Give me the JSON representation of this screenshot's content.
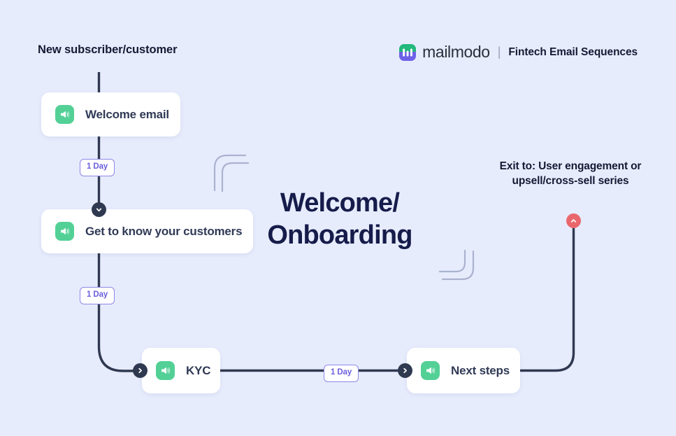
{
  "background_color": "#e7ecfd",
  "accent_colors": {
    "node_icon_green": "#53d096",
    "pill_purple": "#6b5fdc",
    "connector_dark": "#2f3950",
    "exit_red": "#e9676c",
    "title_navy": "#161c4a",
    "brand_green": "#23b87d",
    "brand_purple": "#6d61e8"
  },
  "header": {
    "trigger_label": "New subscriber/customer",
    "brand_name": "mailmodo",
    "brand_separator": "|",
    "brand_subtitle": "Fintech Email Sequences",
    "brand_logo_icon": "mailmodo-logo-icon"
  },
  "flow": {
    "title": "Welcome/\nOnboarding",
    "title_line_1": "Welcome/",
    "title_line_2": "Onboarding",
    "exit_label_line_1": "Exit to: User engagement or",
    "exit_label_line_2": "upsell/cross-sell series",
    "exit_label": "Exit to: User engagement or upsell/cross-sell series"
  },
  "nodes": [
    {
      "id": "welcome",
      "label": "Welcome email",
      "icon": "megaphone-icon"
    },
    {
      "id": "getknow",
      "label": "Get to know your customers",
      "icon": "megaphone-icon"
    },
    {
      "id": "kyc",
      "label": "KYC",
      "icon": "megaphone-icon"
    },
    {
      "id": "next",
      "label": "Next steps",
      "icon": "megaphone-icon"
    }
  ],
  "delays": [
    {
      "id": "delay-1",
      "label": "1 Day"
    },
    {
      "id": "delay-2",
      "label": "1 Day"
    },
    {
      "id": "delay-3",
      "label": "1 Day"
    }
  ],
  "connectors": {
    "chevron_down_icon": "chevron-down-icon",
    "chevron_right_icon": "chevron-right-icon",
    "chevron_up_icon": "chevron-up-icon"
  }
}
